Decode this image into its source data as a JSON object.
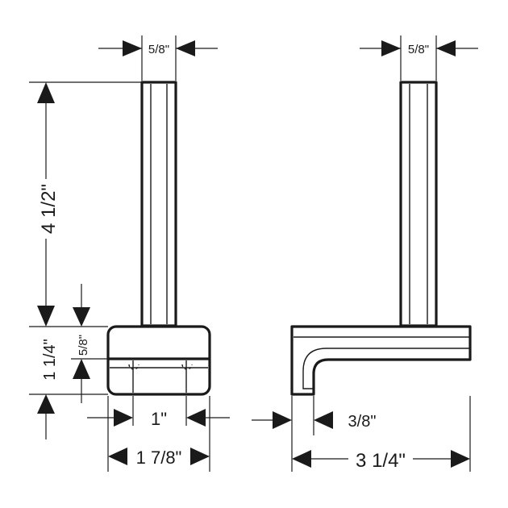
{
  "dimensions": {
    "front_top_width": "5/8\"",
    "side_top_width": "5/8\"",
    "front_height": "4 1/2\"",
    "front_base_height": "1 1/4\"",
    "front_base_inner": "5/8\"",
    "front_inner_width": "1\"",
    "front_overall_width": "1 7/8\"",
    "side_foot_width": "3/8\"",
    "side_overall_depth": "3 1/4\""
  },
  "colors": {
    "line": "#1a1a1a",
    "background": "#ffffff"
  }
}
